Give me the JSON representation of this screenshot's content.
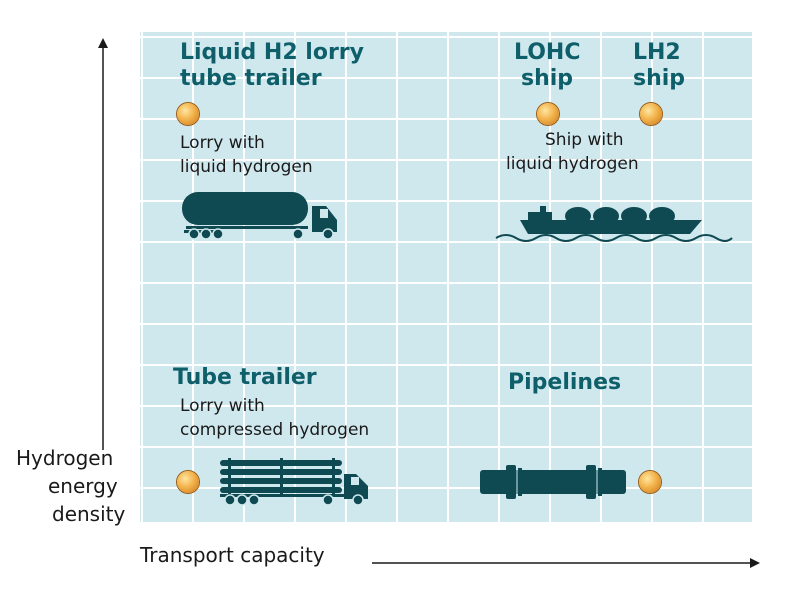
{
  "axes": {
    "y_label_lines": [
      "Hydrogen",
      "energy",
      "density"
    ],
    "x_label": "Transport capacity"
  },
  "options": {
    "liquid_lorry": {
      "title_lines": [
        "Liquid H2 lorry",
        "tube trailer"
      ],
      "desc_lines": [
        "Lorry with",
        "liquid hydrogen"
      ]
    },
    "lohc_ship": {
      "title_lines": [
        "LOHC",
        "ship"
      ]
    },
    "lh2_ship": {
      "title_lines": [
        "LH2",
        "ship"
      ]
    },
    "ship_desc": {
      "desc_lines": [
        "Ship with",
        "liquid hydrogen"
      ]
    },
    "tube_trailer": {
      "title": "Tube trailer",
      "desc_lines": [
        "Lorry with",
        "compressed hydrogen"
      ]
    },
    "pipelines": {
      "title": "Pipelines"
    }
  },
  "colors": {
    "panel": "#cfe8ee",
    "grid": "#ffffff",
    "title": "#0f5f6b",
    "vehicle": "#0f4a52",
    "marker": "#f2b24a"
  },
  "icons": [
    "tanker-truck-icon",
    "tanker-ship-icon",
    "tube-trailer-truck-icon",
    "pipeline-icon"
  ]
}
